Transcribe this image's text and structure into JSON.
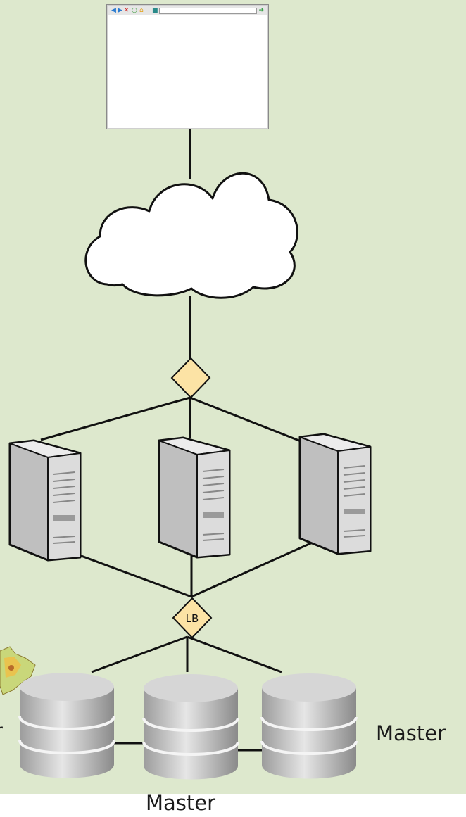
{
  "diagram": {
    "colors": {
      "background": "#dde8cd",
      "line": "#111111",
      "diamond_fill": "#fce3a5",
      "server_body": "#d9d9d9",
      "db_body": "#bdbdbd"
    },
    "nodes": {
      "browser": {
        "icon": "browser-window-icon"
      },
      "cloud": {
        "icon": "cloud-icon"
      },
      "entry_router": {
        "icon": "diamond-icon",
        "label": ""
      },
      "servers": [
        {
          "icon": "server-icon"
        },
        {
          "icon": "server-icon"
        },
        {
          "icon": "server-icon"
        }
      ],
      "load_balancer": {
        "icon": "diamond-icon",
        "label": "LB"
      },
      "databases": [
        {
          "icon": "database-icon",
          "label": ""
        },
        {
          "icon": "database-icon",
          "label": "Master"
        },
        {
          "icon": "database-icon",
          "label": "Master"
        }
      ],
      "cut_off_label": "r"
    }
  }
}
